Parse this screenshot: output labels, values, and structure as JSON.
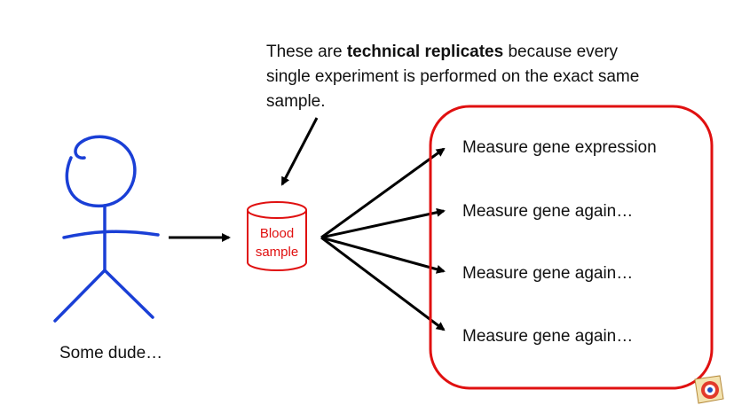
{
  "callout": {
    "text_before": "These are ",
    "text_bold": "technical replicates",
    "text_after": " because every single experiment is performed on the exact same sample."
  },
  "person": {
    "label": "Some dude…",
    "color": "#1a3fd6"
  },
  "sample": {
    "line1": "Blood",
    "line2": "sample",
    "color": "#e01010"
  },
  "measurements": [
    "Measure gene expression",
    "Measure gene again…",
    "Measure gene again…",
    "Measure gene again…"
  ],
  "colors": {
    "box_border": "#e01010",
    "arrow": "#000000"
  },
  "logo": {
    "icon": "statquest-logo-icon"
  }
}
